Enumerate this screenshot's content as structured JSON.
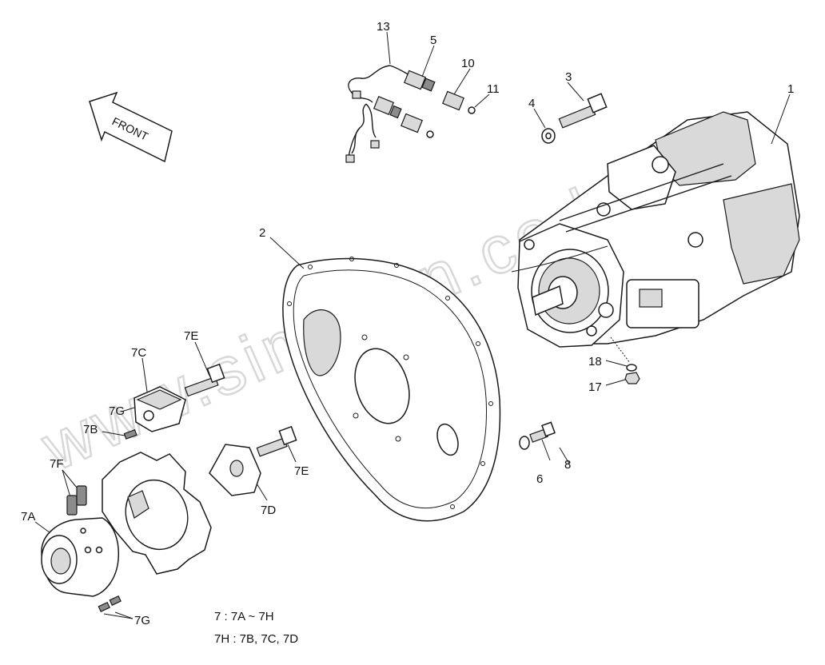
{
  "watermark": "www.simhron.co.kz",
  "front_arrow": {
    "label": "FRONT"
  },
  "callouts": {
    "c1": "1",
    "c2": "2",
    "c3": "3",
    "c4": "4",
    "c5": "5",
    "c6": "6",
    "c8": "8",
    "c10": "10",
    "c11": "11",
    "c13": "13",
    "c17": "17",
    "c18": "18",
    "c7A": "7A",
    "c7B": "7B",
    "c7C": "7C",
    "c7D": "7D",
    "c7E_top": "7E",
    "c7E_mid": "7E",
    "c7F": "7F",
    "c7G_top": "7G",
    "c7G_bottom": "7G"
  },
  "notes": {
    "line1": "7 : 7A ~ 7H",
    "line2": "7H : 7B, 7C, 7D"
  }
}
